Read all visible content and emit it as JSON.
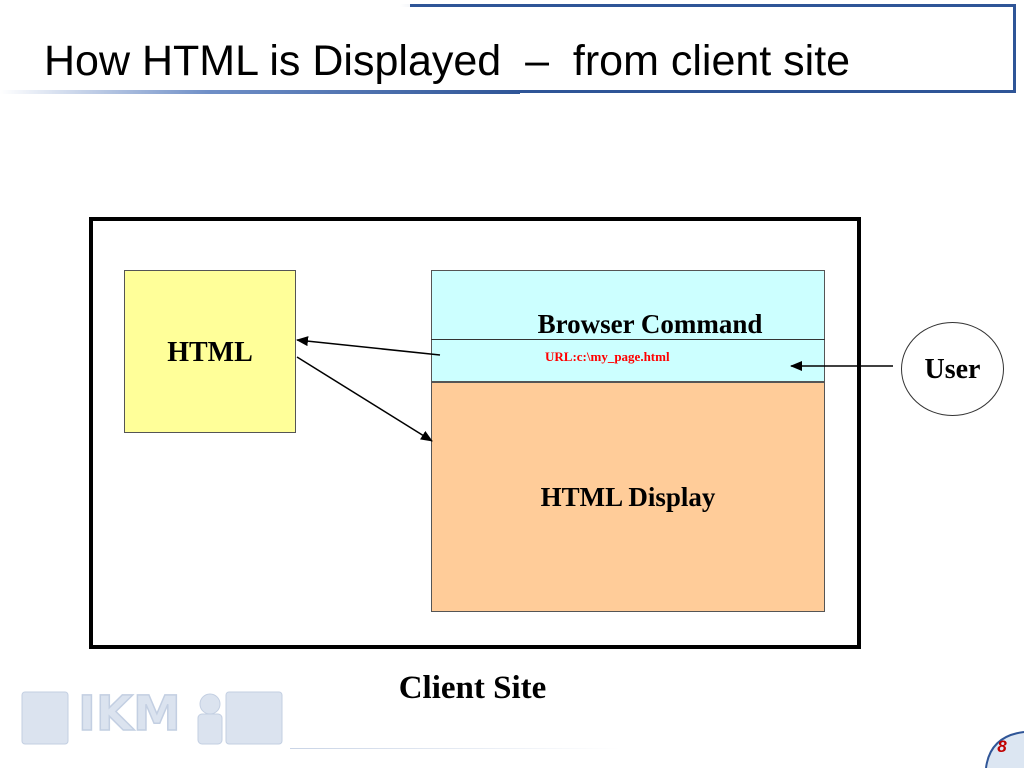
{
  "slide": {
    "title": "How HTML is Displayed  –  from client site",
    "page_number": "8",
    "logo_text": "IKM"
  },
  "diagram": {
    "html_box": "HTML",
    "browser_command": "Browser Command",
    "url": "URL:c:\\my_page.html",
    "html_display": "HTML Display",
    "user": "User",
    "client_site": "Client Site"
  },
  "colors": {
    "accent": "#2f5597",
    "html_box": "#ffff99",
    "browser_command": "#ccffff",
    "html_display": "#ffcc99",
    "url_text": "#ff0000",
    "page_number": "#c00000"
  },
  "icons": [
    "arrow-icon",
    "ikm-logo-icon"
  ]
}
